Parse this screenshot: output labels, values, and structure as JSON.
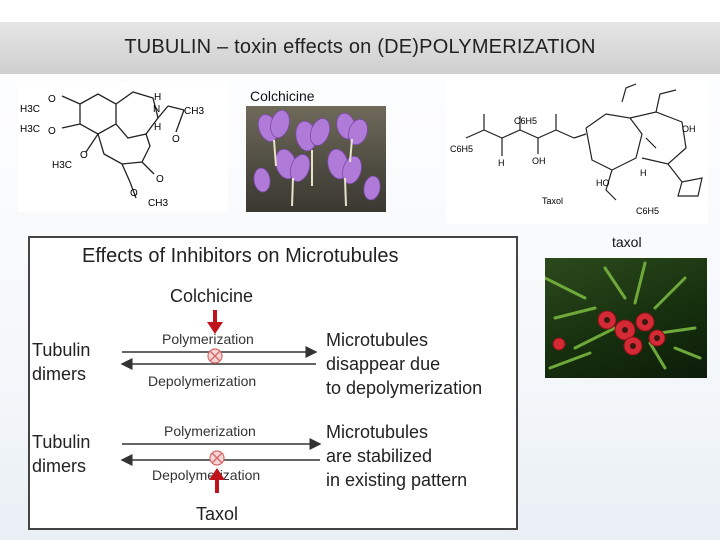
{
  "title": "TUBULIN – toxin effects on (DE)POLYMERIZATION",
  "colchicine_structure": {
    "labels": [
      "H3C",
      "O",
      "H3C",
      "O",
      "H3C",
      "O",
      "H",
      "N",
      "CH3",
      "H",
      "O",
      "O",
      "O",
      "CH3"
    ]
  },
  "colchicine_caption": "Colchicine",
  "taxol_structure": {
    "caption": "Taxol",
    "labels": [
      "C6H5",
      "C6H5",
      "OH",
      "OH",
      "H",
      "HO",
      "H",
      "C6H5"
    ]
  },
  "taxol_caption": "taxol",
  "diagram": {
    "heading": "Effects of Inhibitors on Microtubules",
    "top_agent": "Colchicine",
    "bottom_agent": "Taxol",
    "row1": {
      "left": [
        "Tubulin",
        "dimers"
      ],
      "forward": "Polymerization",
      "backward": "Depolymerization",
      "result": [
        "Microtubules",
        "disappear due",
        "to depolymerization"
      ]
    },
    "row2": {
      "left": [
        "Tubulin",
        "dimers"
      ],
      "forward": "Polymerization",
      "backward": "Depolymerization",
      "result": [
        "Microtubules",
        "are stabilized",
        "in existing pattern"
      ]
    }
  },
  "colors": {
    "title_bar": "#d9d9d9",
    "inhibitor_arrow": "#c0141c",
    "block_symbol": "#d46a6a",
    "flower": "#b07ad8",
    "berry": "#d42a35"
  }
}
